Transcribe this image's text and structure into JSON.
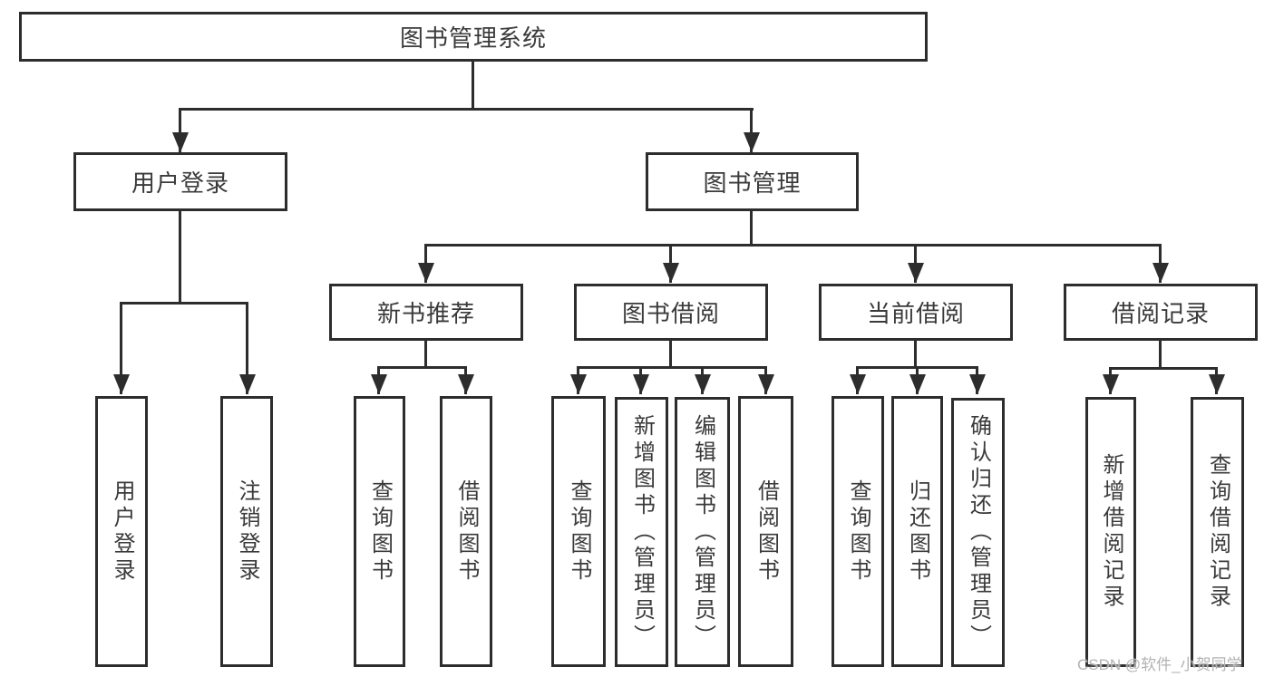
{
  "tree": {
    "label": "图书管理系统",
    "children": [
      {
        "label": "用户登录",
        "children": [
          {
            "label": "用户登录"
          },
          {
            "label": "注销登录"
          }
        ]
      },
      {
        "label": "图书管理",
        "children": [
          {
            "label": "新书推荐",
            "children": [
              {
                "label": "查询图书"
              },
              {
                "label": "借阅图书"
              }
            ]
          },
          {
            "label": "图书借阅",
            "children": [
              {
                "label": "查询图书"
              },
              {
                "label": "新增图书（管理员）"
              },
              {
                "label": "编辑图书（管理员）"
              },
              {
                "label": "借阅图书"
              }
            ]
          },
          {
            "label": "当前借阅",
            "children": [
              {
                "label": "查询图书"
              },
              {
                "label": "归还图书"
              },
              {
                "label": "确认归还（管理员）"
              }
            ]
          },
          {
            "label": "借阅记录",
            "children": [
              {
                "label": "新增借阅记录"
              },
              {
                "label": "查询借阅记录"
              }
            ]
          }
        ]
      }
    ]
  },
  "watermark": {
    "text": "CSDN @软件_小贺同学"
  },
  "colors": {
    "line": "#2d2d2d",
    "text": "#3a3a3a",
    "watermark": "#b3b3b3",
    "background": "#ffffff"
  }
}
